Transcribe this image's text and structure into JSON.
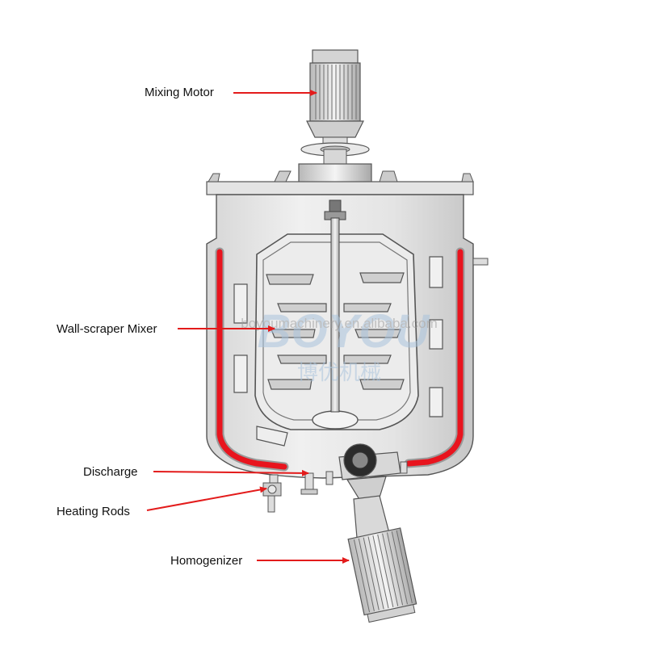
{
  "labels": {
    "mixing_motor": "Mixing Motor",
    "wall_scraper_mixer": "Wall-scraper Mixer",
    "discharge": "Discharge",
    "heating_rods": "Heating Rods",
    "homogenizer": "Homogenizer"
  },
  "watermark": {
    "url": "boyoumachinery.en.alibaba.com",
    "logo_text": "BOYOU",
    "chinese_text": "博优机械"
  },
  "colors": {
    "arrow": "#e31b1b",
    "heating_jacket": "#e8141e",
    "steel_light": "#eeeeee",
    "steel_mid": "#c8c8c8",
    "steel_dark": "#6a6a6a",
    "watermark": "#a9c4dd"
  }
}
